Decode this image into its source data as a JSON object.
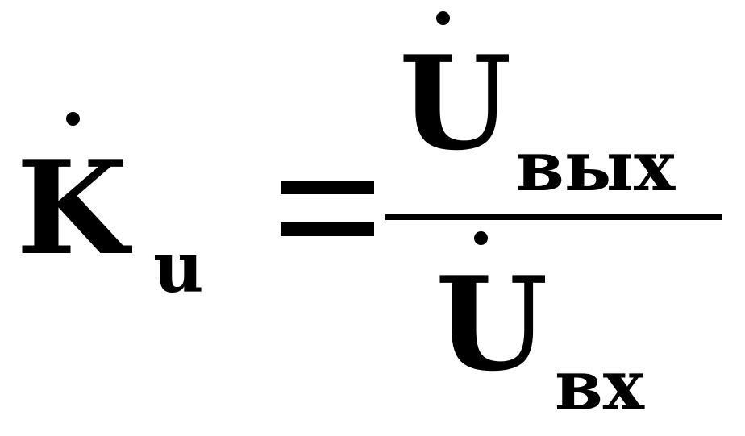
{
  "formula": {
    "lhs": {
      "symbol": "K",
      "subscript": "u"
    },
    "equals": "=",
    "numerator": {
      "symbol": "U",
      "subscript": "вых"
    },
    "denominator": {
      "symbol": "U",
      "subscript": "вх"
    }
  }
}
